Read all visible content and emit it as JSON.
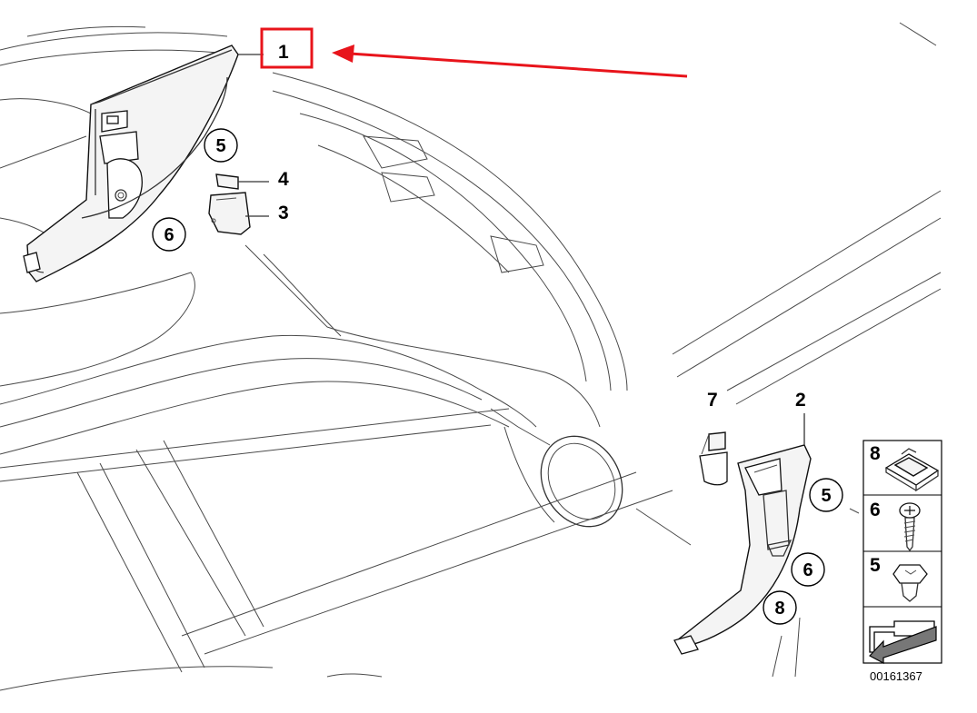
{
  "callouts": {
    "c1": "1",
    "c2": "2",
    "c3": "3",
    "c4": "4",
    "c5_top": "5",
    "c6_top": "6",
    "c5_right": "5",
    "c6_right": "6",
    "c7": "7",
    "c8": "8"
  },
  "legend": {
    "items": [
      {
        "label": "8",
        "icon": "clip-icon"
      },
      {
        "label": "6",
        "icon": "screw-icon"
      },
      {
        "label": "5",
        "icon": "expanding-rivet-icon"
      }
    ],
    "bottom_icon": "arrow-note-icon"
  },
  "part_number": "00161367",
  "colors": {
    "highlight": "#e8141b",
    "line": "#333333"
  }
}
